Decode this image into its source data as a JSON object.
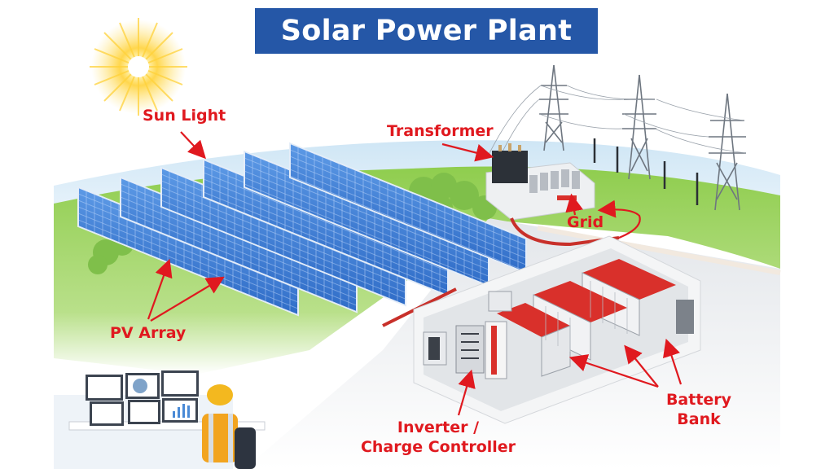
{
  "title": "Solar Power Plant",
  "labels": {
    "sun_light": "Sun Light",
    "transformer": "Transformer",
    "grid": "Grid",
    "pv_array": "PV Array",
    "battery_bank_line1": "Battery",
    "battery_bank_line2": "Bank",
    "inverter_line1": "Inverter /",
    "inverter_line2": "Charge Controller"
  },
  "colors": {
    "title_bg": "#2557a7",
    "title_text": "#ffffff",
    "label_red": "#e0191f",
    "panel_blue": "#3a7bd5",
    "grass_green": "#7cc242",
    "battery_red": "#d9302b",
    "sun_yellow": "#ffd23a"
  },
  "components": [
    {
      "id": "sun",
      "icon": "sun-icon"
    },
    {
      "id": "pv-array",
      "icon": "solar-panel-icon",
      "rows": 6
    },
    {
      "id": "transformer",
      "icon": "transformer-icon"
    },
    {
      "id": "transmission-towers",
      "icon": "power-tower-icon",
      "count": 3
    },
    {
      "id": "battery-bank",
      "icon": "battery-icon"
    },
    {
      "id": "inverter",
      "icon": "inverter-icon"
    },
    {
      "id": "control-room",
      "icon": "operator-monitor-icon",
      "monitors": 6
    }
  ]
}
